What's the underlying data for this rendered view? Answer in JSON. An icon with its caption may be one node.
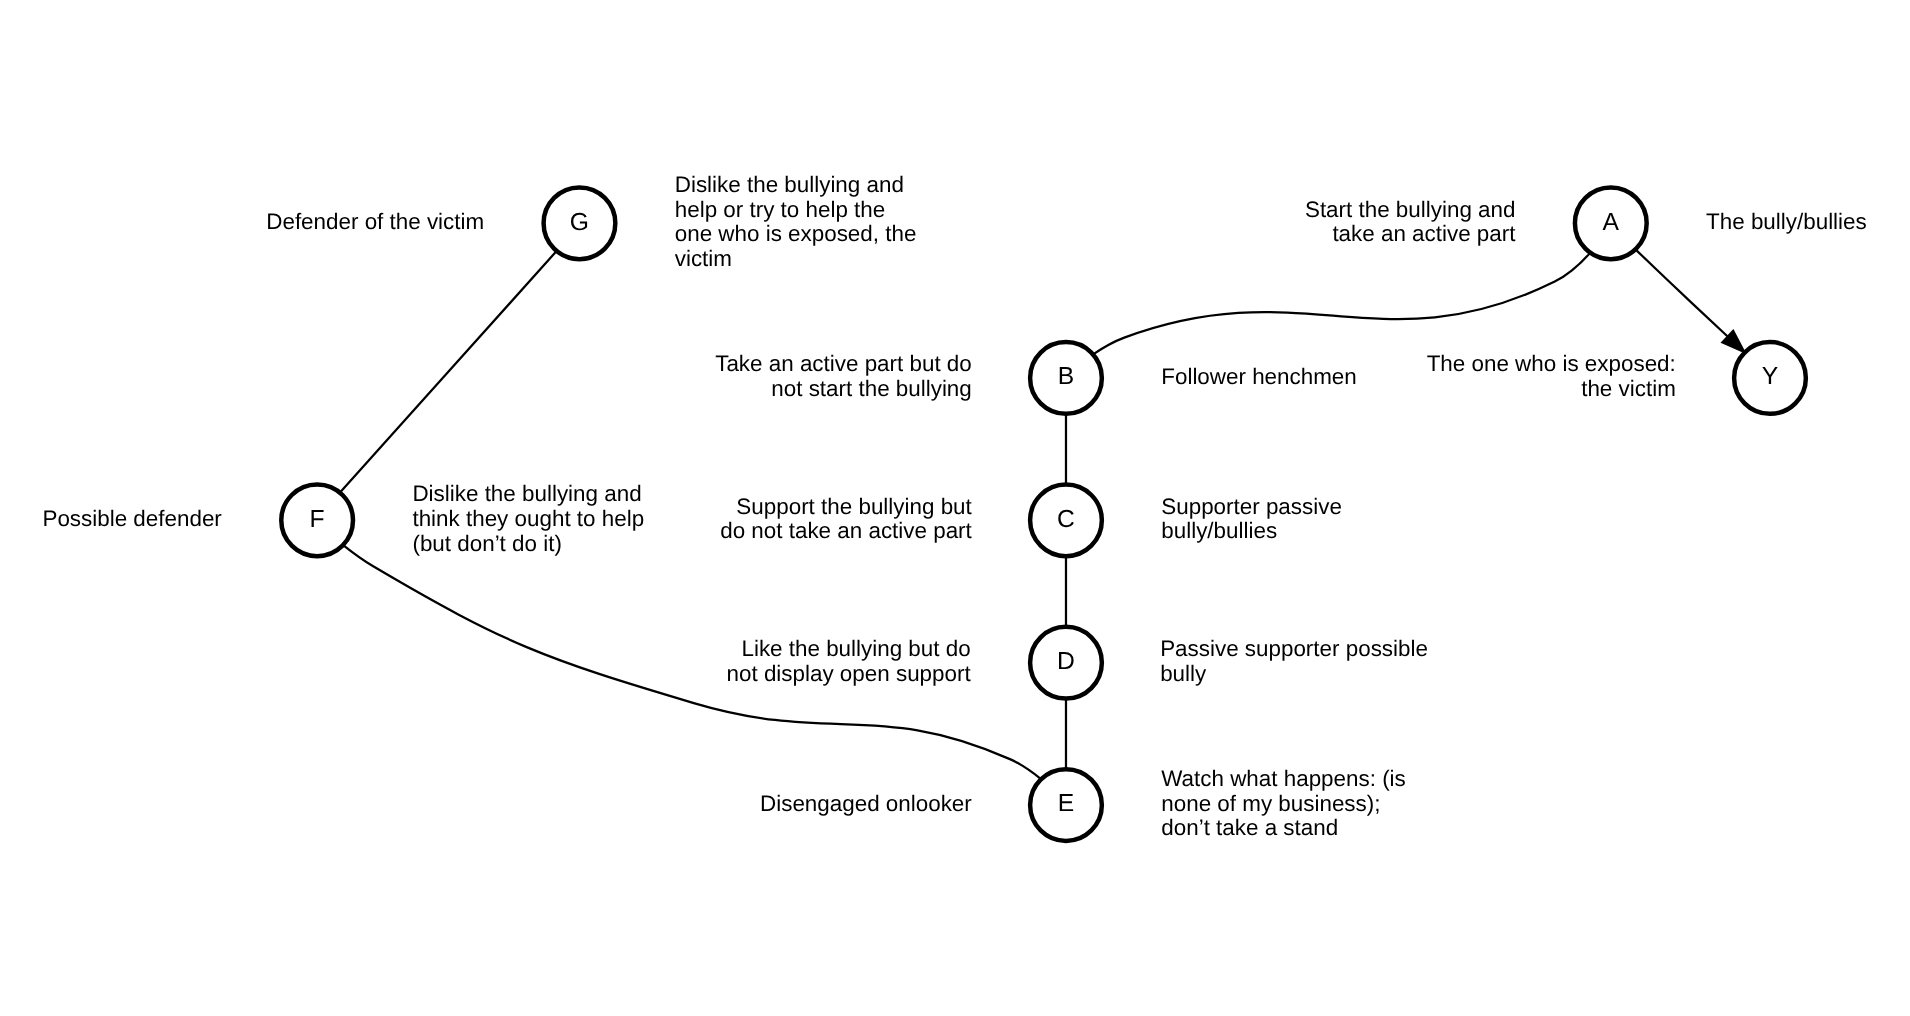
{
  "diagram": {
    "nodes": [
      {
        "text": [
          "A"
        ],
        "beside": [
          "Start the bullying and take an active part",
          "The bully/bullies"
        ]
      },
      {
        "text": [
          "B"
        ],
        "beside": [
          "Take an active part but do not start the bullying",
          "Follower henchmen"
        ]
      },
      {
        "text": [
          "C"
        ],
        "beside": [
          "Support the bullying but do not take an active part",
          "Supporter passive bully/bullies"
        ]
      },
      {
        "text": [
          "D"
        ],
        "beside": [
          "Like the bullying but do not display open support",
          "Passive supporter possible bully"
        ]
      },
      {
        "text": [
          "E"
        ],
        "beside": [
          "Disengaged onlooker",
          "Watch what happens: (is none of my business); don’t take a stand"
        ]
      },
      {
        "text": [
          "F"
        ],
        "beside": [
          "Possible defender",
          "Dislike the bullying and think they ought to help (but don’t do it)"
        ]
      },
      {
        "text": [
          "G"
        ],
        "beside": [
          "Defender of the victim",
          "Dislike the bullying and help or try to help the one who is exposed, the victim"
        ]
      },
      {
        "text": [
          "Y"
        ],
        "beside": [
          "The one who is exposed: the victim"
        ]
      }
    ],
    "edges": [
      {
        "from": 0,
        "to": 7,
        "arrow": "to"
      },
      {
        "from": 0,
        "to": 1,
        "arrow": "none"
      },
      {
        "from": 1,
        "to": 2,
        "arrow": "none"
      },
      {
        "from": 2,
        "to": 3,
        "arrow": "none"
      },
      {
        "from": 3,
        "to": 4,
        "arrow": "none"
      },
      {
        "from": 4,
        "to": 5,
        "arrow": "none"
      },
      {
        "from": 5,
        "to": 6,
        "arrow": "none"
      }
    ]
  }
}
